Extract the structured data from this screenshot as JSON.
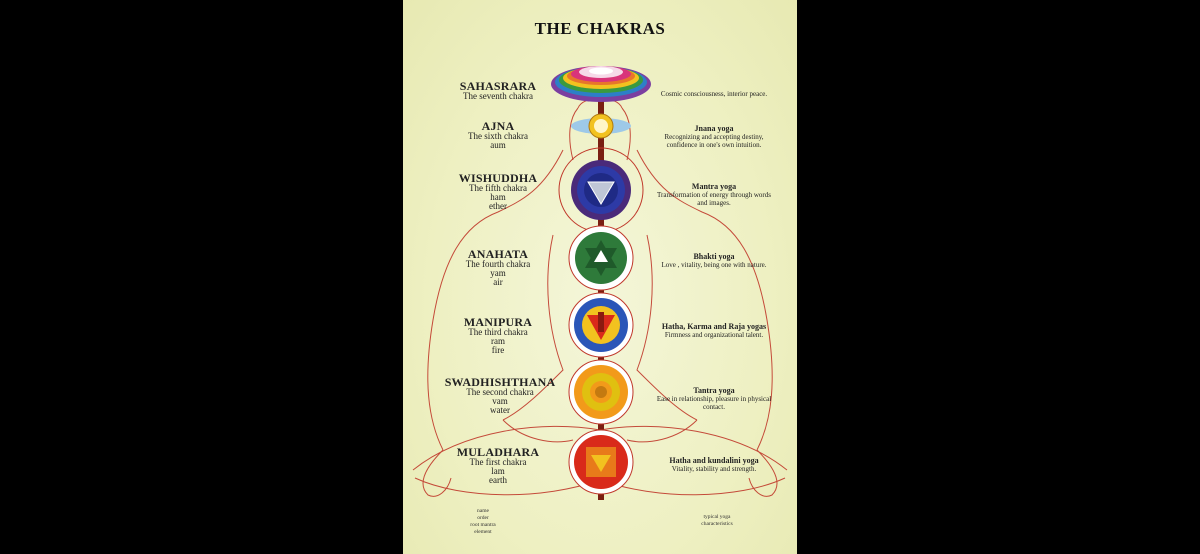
{
  "poster": {
    "title": "THE CHAKRAS",
    "chakras": [
      {
        "name": "SAHASRARA",
        "order": "The seventh chakra",
        "mantra": "",
        "element": "",
        "yoga": "",
        "characteristics": "Cosmic consciousness, interior peace.",
        "color": "#d9347a"
      },
      {
        "name": "AJNA",
        "order": "The sixth chakra",
        "mantra": "aum",
        "element": "",
        "yoga": "Jnana yoga",
        "characteristics": "Recognizing and accepting destiny, confidence in one's own intuition.",
        "color": "#f2c21f"
      },
      {
        "name": "WISHUDDHA",
        "order": "The fifth chakra",
        "mantra": "ham",
        "element": "ether",
        "yoga": "Mantra yoga",
        "characteristics": "Transformation of energy through words and images.",
        "color": "#2d3aa6"
      },
      {
        "name": "ANAHATA",
        "order": "The fourth chakra",
        "mantra": "yam",
        "element": "air",
        "yoga": "Bhakti yoga",
        "characteristics": "Love , vitality, being one with nature.",
        "color": "#2e7a3a"
      },
      {
        "name": "MANIPURA",
        "order": "The third chakra",
        "mantra": "ram",
        "element": "fire",
        "yoga": "Hatha, Karma and Raja yogas",
        "characteristics": "Firmness and organizational talent.",
        "color": "#2a56b8"
      },
      {
        "name": "SWADHISHTHANA",
        "order": "The second chakra",
        "mantra": "vam",
        "element": "water",
        "yoga": "Tantra yoga",
        "characteristics": "Ease in relationship, pleasure in physical contact.",
        "color": "#f29a1a"
      },
      {
        "name": "MULADHARA",
        "order": "The first chakra",
        "mantra": "lam",
        "element": "earth",
        "yoga": "Hatha and kundalini yoga",
        "characteristics": "Vitality, stability and strength.",
        "color": "#d92a1a"
      }
    ],
    "legend_left": [
      "name",
      "order",
      "root mantra",
      "element"
    ],
    "legend_right": [
      "typical yoga",
      "characteristics"
    ]
  }
}
